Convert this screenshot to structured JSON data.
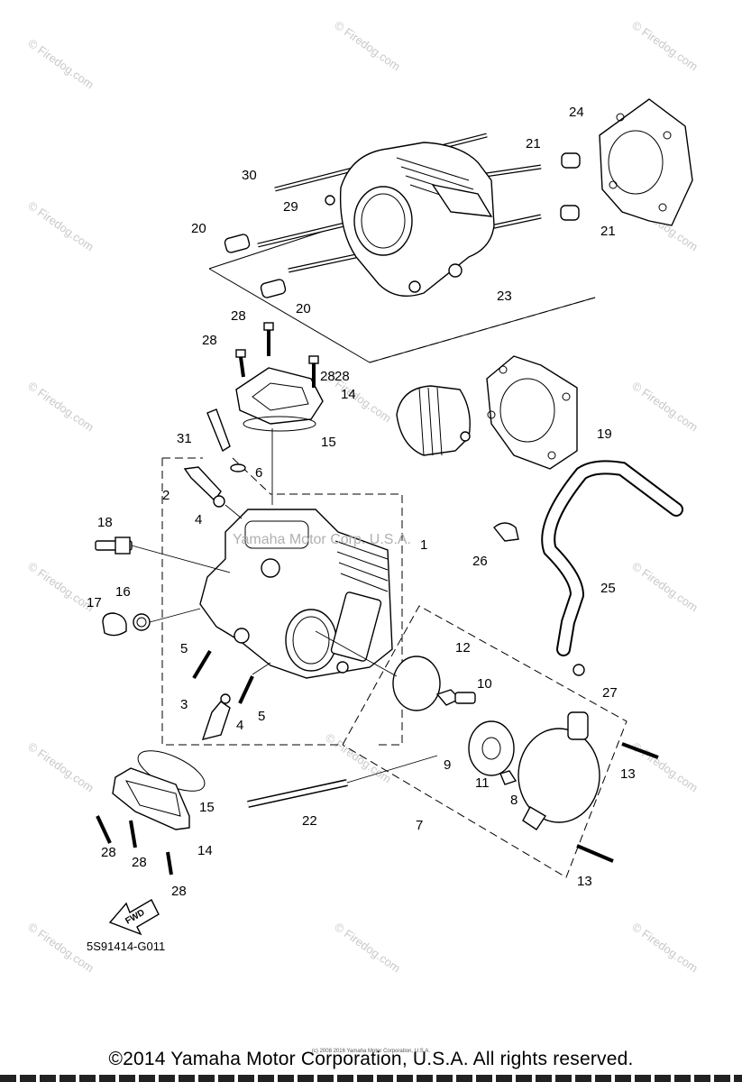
{
  "diagram": {
    "code": "5S91414-G011",
    "fwd_label": "FWD",
    "center_watermark": "Yamaha Motor Corp. U.S.A.",
    "watermark": "© Firedog.com",
    "callouts": [
      "1",
      "2",
      "3",
      "4",
      "4",
      "5",
      "5",
      "6",
      "7",
      "8",
      "9",
      "10",
      "11",
      "12",
      "13",
      "13",
      "14",
      "14",
      "15",
      "15",
      "16",
      "17",
      "18",
      "19",
      "20",
      "20",
      "21",
      "21",
      "22",
      "23",
      "24",
      "25",
      "26",
      "27",
      "28",
      "28",
      "28",
      "28",
      "28",
      "28",
      "28",
      "29",
      "30",
      "31"
    ]
  },
  "footer": {
    "copyright": "©2014 Yamaha Motor Corporation, U.S.A. All rights reserved.",
    "fineprint": "(c) 2008 2016 Yamaha Motor Corporation, U.S.A."
  }
}
